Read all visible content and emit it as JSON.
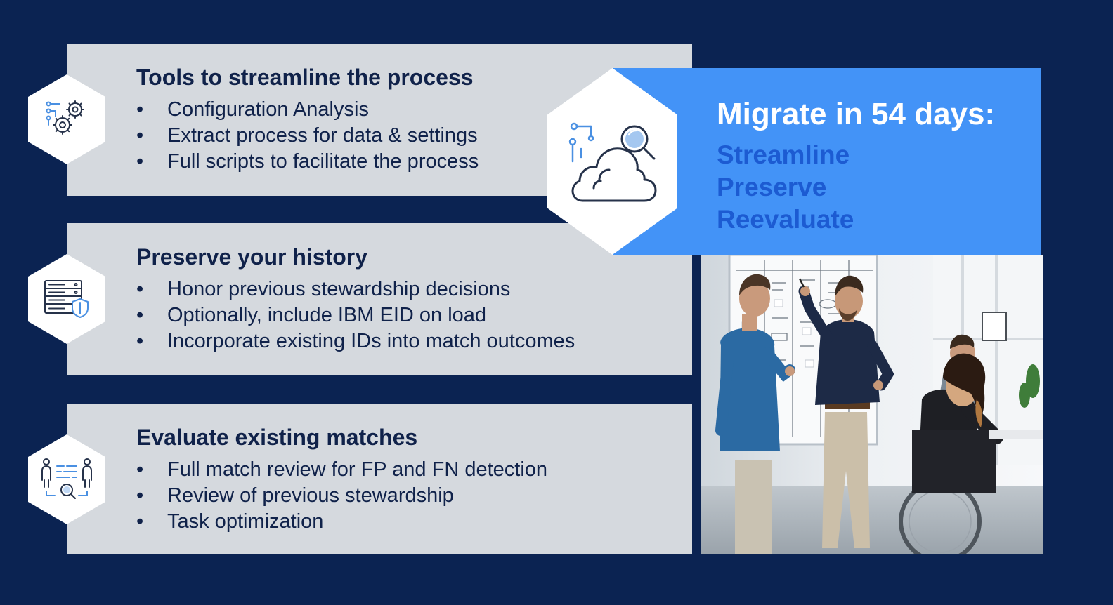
{
  "cards": [
    {
      "title": "Tools to streamline the process",
      "icon": "gears-config-icon",
      "bullets": [
        "Configuration Analysis",
        "Extract process for data & settings",
        "Full scripts to facilitate the process"
      ]
    },
    {
      "title": "Preserve your history",
      "icon": "server-shield-icon",
      "bullets": [
        "Honor previous stewardship decisions",
        "Optionally, include IBM EID on load",
        "Incorporate existing IDs into match outcomes"
      ]
    },
    {
      "title": "Evaluate existing matches",
      "icon": "people-match-search-icon",
      "bullets": [
        "Full match review for FP and FN detection",
        "Review of previous stewardship",
        "Task optimization"
      ]
    }
  ],
  "hero": {
    "title": "Migrate in 54 days:",
    "icon": "cloud-search-icon",
    "words": [
      "Streamline",
      "Preserve",
      "Reevaluate"
    ]
  },
  "photo": {
    "subject": "team-meeting-whiteboard-photo"
  },
  "colors": {
    "background": "#0b2352",
    "card": "#d5d9de",
    "text": "#10224a",
    "hero_box": "#4393f7",
    "hero_words": "#1c5bd2",
    "icon_stroke": "#26324a",
    "icon_accent": "#4a90e2"
  }
}
